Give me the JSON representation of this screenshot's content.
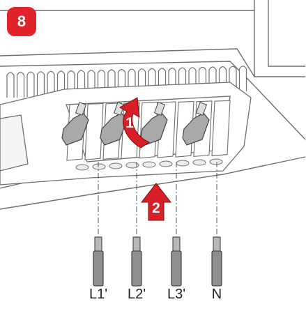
{
  "step": {
    "number": "8"
  },
  "arrows": [
    {
      "number": "1",
      "meaning": "lift lever"
    },
    {
      "number": "2",
      "meaning": "insert wire"
    }
  ],
  "wires": [
    {
      "label": "L1'"
    },
    {
      "label": "L2'"
    },
    {
      "label": "L3'"
    },
    {
      "label": "N"
    }
  ],
  "colors": {
    "accent": "#e1232b",
    "arrow": "#d81f26",
    "outline": "#6d6d6d",
    "lever": "#a9a9a9",
    "wire": "#8f8f8f"
  }
}
